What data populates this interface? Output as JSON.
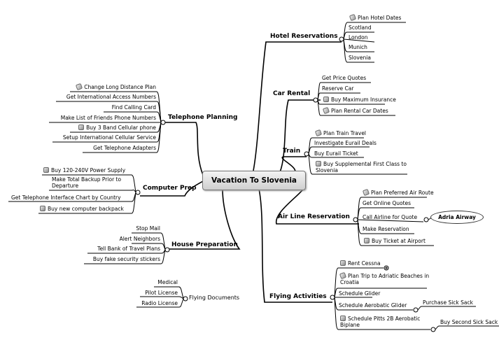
{
  "central_topic": "Vacation To Slovenia",
  "branches": {
    "hotel": {
      "label": "Hotel Reservations",
      "items": [
        "Plan Hotel Dates",
        "Scotland",
        "London",
        "Munich",
        "Slovenia"
      ]
    },
    "car": {
      "label": "Car Rental",
      "items": [
        "Get Price Quotes",
        "Reserve Car",
        "Buy Maximum Insurance",
        "Plan Rental Car Dates"
      ]
    },
    "train": {
      "label": "Train",
      "items": [
        "Plan Train Travel",
        "Investigate Eurail Deals",
        "Buy Eurail Ticket",
        "Buy Supplemental First Class to Slovenia"
      ]
    },
    "air": {
      "label": "Air Line Reservation",
      "items": [
        "Plan Preferred Air Route",
        "Get Online Quotes",
        "Call Airline for Quote",
        "Make Reservation",
        "Buy Ticket at Airport"
      ],
      "callout": "Adria Airway"
    },
    "flying": {
      "label": "Flying Activities",
      "items": [
        "Rent Cessna",
        "Plan Trip to Adriatic Beaches in Croatia",
        "Schedule Glider",
        "Schedule Aerobatic Glider",
        "Schedule Pitts 2B Aerobatic Biplane"
      ],
      "sub_aerobatic": "Purchase Sick Sack",
      "sub_pitts": "Buy Second Sick Sack"
    },
    "telephone": {
      "label": "Telephone Planning",
      "items": [
        "Change Long Distance Plan",
        "Get International Access Numbers",
        "Find Calling Card",
        "Make List of Friends Phone Numbers",
        "Buy 3 Band Cellular phone",
        "Setup International Cellular Service",
        "Get Telephone Adapters"
      ]
    },
    "computer": {
      "label": "Computer Prep",
      "items": [
        "Buy 120-240V Power Supply",
        "Make Total Backup Prior to Departure",
        "Get Telephone Interface Chart by Country",
        "Buy new computer backpack"
      ]
    },
    "house": {
      "label": "House Preparation",
      "items": [
        "Stop Mail",
        "Alert Neighbors",
        "Tell Bank of Travel Plans",
        "Buy fake security stickers"
      ]
    },
    "documents": {
      "label": "Flying Documents",
      "items": [
        "Medical",
        "Pilot License",
        "Radio License"
      ]
    }
  }
}
